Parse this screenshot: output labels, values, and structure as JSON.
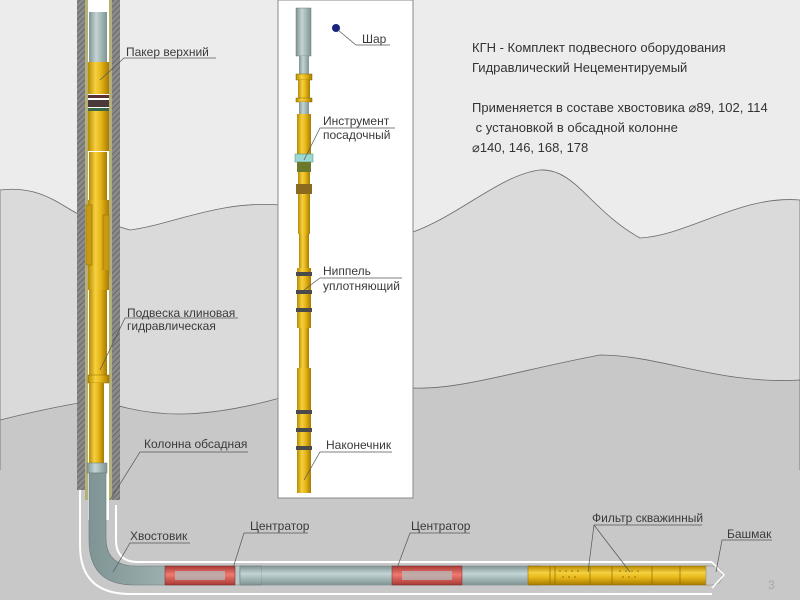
{
  "description": {
    "title_line1": "КГН - Комплект подвесного оборудования",
    "title_line2": "Гидравлический Нецементируемый",
    "usage_line1": "Применяется в составе хвостовика ⌀89, 102, 114",
    "usage_line2": " с установкой в обсадной колонне",
    "usage_line3": "⌀140, 146, 168, 178"
  },
  "well_labels": {
    "packer_upper": "Пакер верхний",
    "hanger_line1": "Подвеска клиновая",
    "hanger_line2": "гидравлическая",
    "casing": "Колонна обсадная",
    "liner": "Хвостовик",
    "centralizer_1": "Центратор",
    "centralizer_2": "Центратор",
    "filter": "Фильтр скважинный",
    "shoe": "Башмак"
  },
  "tool_labels": {
    "ball": "Шар",
    "setting_tool_line1": "Инструмент",
    "setting_tool_line2": "посадочный",
    "nipple_line1": "Ниппель",
    "nipple_line2": "уплотняющий",
    "tip": "Наконечник"
  },
  "page_number": "3",
  "colors": {
    "background_light": "#ececec",
    "formation_mid": "#dadada",
    "formation_dark": "#c8c8c8",
    "tool_yellow": "#e8b81a",
    "pipe_gray": "#9fb2b2",
    "centralizer_red": "#d9534f",
    "ball_blue": "#1a237e"
  }
}
